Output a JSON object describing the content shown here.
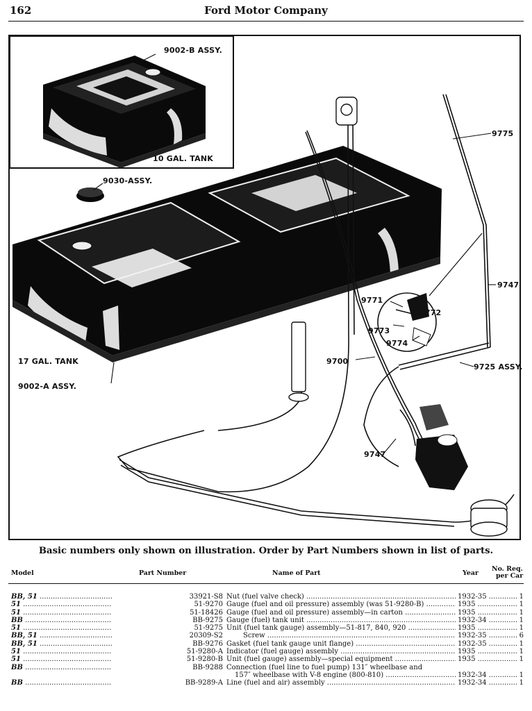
{
  "page": {
    "number": "162",
    "header": "Ford Motor Company"
  },
  "illustration": {
    "callouts": {
      "c9002b": "9002-B ASSY.",
      "c10gal": "10 GAL. TANK",
      "c9030": "9030-ASSY.",
      "c17gal": "17 GAL. TANK",
      "c9002a": "9002-A ASSY.",
      "c9775": "9775",
      "c9747a": "9747",
      "c9771": "9771",
      "c9772": "9772",
      "c9773": "9773",
      "c9774": "9774",
      "c9700": "9700",
      "c9725": "9725 ASSY.",
      "c9747b": "9747"
    },
    "caption": "Basic numbers only shown on illustration. Order by Part Numbers shown in list of parts."
  },
  "table": {
    "headers": {
      "model": "Model",
      "part_number": "Part Number",
      "name": "Name of Part",
      "year": "Year",
      "qty_line1": "No. Req.",
      "qty_line2": "per Car"
    },
    "rows": [
      {
        "model": "BB, 51",
        "part_number": "33921-S8",
        "name": "Nut (fuel valve check)",
        "year": "1932-35",
        "qty": "1"
      },
      {
        "model": "51",
        "part_number": "51-9270",
        "name": "Gauge (fuel and oil pressure) assembly (was 51-9280-B)",
        "year": "1935",
        "qty": "1"
      },
      {
        "model": "51",
        "part_number": "51-18426",
        "name": "Gauge (fuel and oil pressure) assembly—in carton",
        "year": "1935",
        "qty": "1"
      },
      {
        "model": "BB",
        "part_number": "BB-9275",
        "name": "Gauge (fuel) tank unit",
        "year": "1932-34",
        "qty": "1"
      },
      {
        "model": "51",
        "part_number": "51-9275",
        "name": "Unit (fuel tank gauge) assembly—51-817, 840, 920",
        "year": "1935",
        "qty": "1"
      },
      {
        "model": "BB, 51",
        "part_number": "20309-S2",
        "name": "Screw",
        "year": "1932-35",
        "qty": "6"
      },
      {
        "model": "BB, 51",
        "part_number": "BB-9276",
        "name": "Gasket (fuel tank gauge unit flange)",
        "year": "1932-35",
        "qty": "1"
      },
      {
        "model": "51",
        "part_number": "51-9280-A",
        "name": "Indicator (fuel gauge) assembly",
        "year": "1935",
        "qty": "1"
      },
      {
        "model": "51",
        "part_number": "51-9280-B",
        "name": "Unit (fuel gauge) assembly—special equipment",
        "year": "1935",
        "qty": "1"
      },
      {
        "model": "BB",
        "part_number": "BB-9288",
        "name": "Connection (fuel line to fuel pump) 131″ wheelbase and",
        "year": "",
        "qty": ""
      },
      {
        "model": "",
        "part_number": "",
        "name": "157″ wheelbase with V-8 engine (800-810)",
        "year": "1932-34",
        "qty": "1"
      },
      {
        "model": "BB",
        "part_number": "BB-9289-A",
        "name": "Line (fuel and air) assembly",
        "year": "1932-34",
        "qty": "1"
      }
    ]
  }
}
